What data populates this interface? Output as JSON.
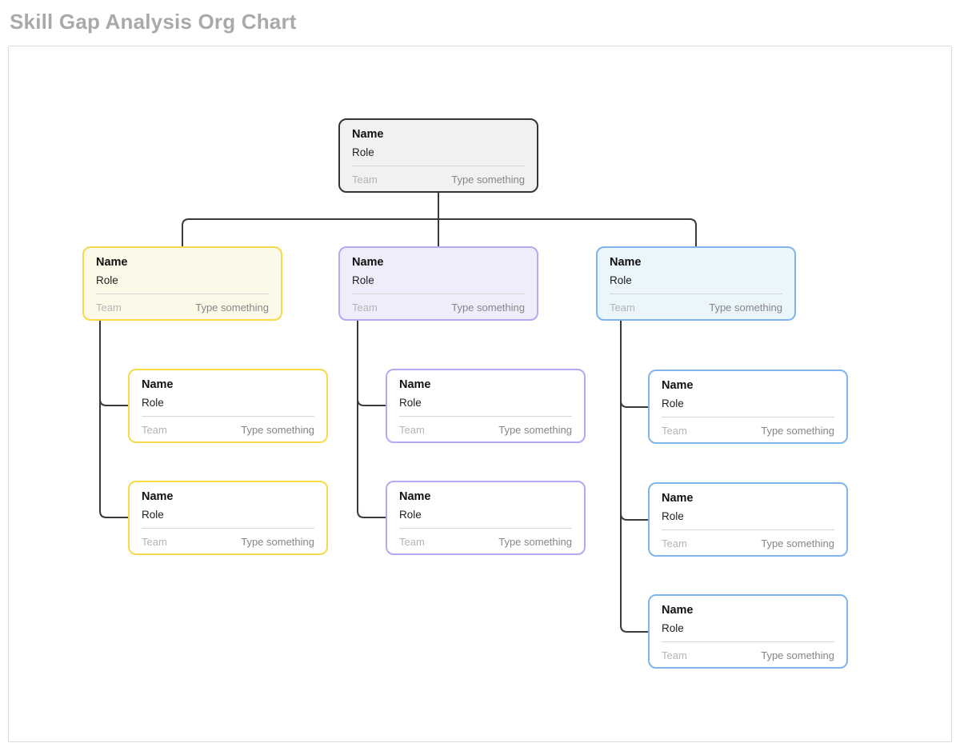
{
  "page": {
    "title": "Skill Gap Analysis Org Chart"
  },
  "colors": {
    "title_text": "#a9a9a9",
    "canvas_border": "#dcdcdc",
    "connector": "#3a3a3a",
    "root_border": "#353535",
    "root_fill": "#f1f1f1",
    "yellow_border": "#f8d94c",
    "yellow_fill": "#fdf9e8",
    "purple_border": "#b5a9f3",
    "purple_fill": "#efecfc",
    "blue_border": "#7fb5ec",
    "blue_fill": "#ebf5fc"
  },
  "org_chart": {
    "root": {
      "name": "Name",
      "role": "Role",
      "team_placeholder": "Team",
      "value_placeholder": "Type something"
    },
    "branches": [
      {
        "theme": "yellow",
        "parent": {
          "name": "Name",
          "role": "Role",
          "team_placeholder": "Team",
          "value_placeholder": "Type something"
        },
        "children": [
          {
            "name": "Name",
            "role": "Role",
            "team_placeholder": "Team",
            "value_placeholder": "Type something"
          },
          {
            "name": "Name",
            "role": "Role",
            "team_placeholder": "Team",
            "value_placeholder": "Type something"
          }
        ]
      },
      {
        "theme": "purple",
        "parent": {
          "name": "Name",
          "role": "Role",
          "team_placeholder": "Team",
          "value_placeholder": "Type something"
        },
        "children": [
          {
            "name": "Name",
            "role": "Role",
            "team_placeholder": "Team",
            "value_placeholder": "Type something"
          },
          {
            "name": "Name",
            "role": "Role",
            "team_placeholder": "Team",
            "value_placeholder": "Type something"
          }
        ]
      },
      {
        "theme": "blue",
        "parent": {
          "name": "Name",
          "role": "Role",
          "team_placeholder": "Team",
          "value_placeholder": "Type something"
        },
        "children": [
          {
            "name": "Name",
            "role": "Role",
            "team_placeholder": "Team",
            "value_placeholder": "Type something"
          },
          {
            "name": "Name",
            "role": "Role",
            "team_placeholder": "Team",
            "value_placeholder": "Type something"
          },
          {
            "name": "Name",
            "role": "Role",
            "team_placeholder": "Team",
            "value_placeholder": "Type something"
          }
        ]
      }
    ]
  }
}
